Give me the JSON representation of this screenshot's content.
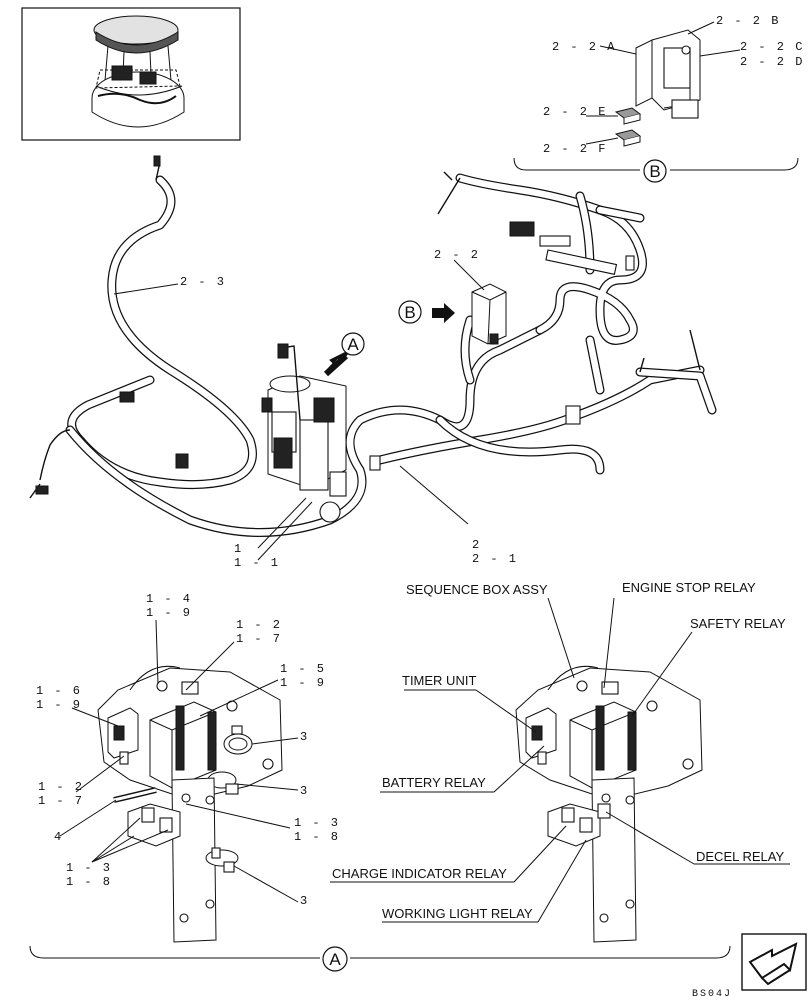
{
  "callouts": {
    "c_2_2B": "2 - 2 B",
    "c_2_2A": "2 - 2 A",
    "c_2_2C": "2 - 2 C",
    "c_2_2D": "2 - 2 D",
    "c_2_2E": "2 - 2 E",
    "c_2_2F": "2 - 2 F",
    "c_2_3": "2 - 3",
    "c_2_2": "2 - 2",
    "c_1": "1",
    "c_1_1": "1 - 1",
    "c_2": "2",
    "c_2_1": "2 - 1",
    "c_1_4": "1 - 4",
    "c_1_9a": "1 - 9",
    "c_1_2a": "1 - 2",
    "c_1_7a": "1 - 7",
    "c_1_5": "1 - 5",
    "c_1_9b": "1 - 9",
    "c_1_6": "1 - 6",
    "c_1_9c": "1 - 9",
    "c_3a": "3",
    "c_3b": "3",
    "c_3c": "3",
    "c_1_2b": "1 - 2",
    "c_1_7b": "1 - 7",
    "c_4": "4",
    "c_1_3a": "1 - 3",
    "c_1_8a": "1 - 8",
    "c_1_3b": "1 - 3",
    "c_1_8b": "1 - 8"
  },
  "view_letters": {
    "a_arrow": "A",
    "b_arrow": "B",
    "b_section": "B",
    "a_section": "A"
  },
  "labels": {
    "sequence_box": "SEQUENCE BOX ASSY",
    "engine_stop": "ENGINE STOP RELAY",
    "safety": "SAFETY RELAY",
    "timer": "TIMER UNIT",
    "battery": "BATTERY RELAY",
    "charge": "CHARGE INDICATOR RELAY",
    "decel": "DECEL RELAY",
    "working": "WORKING LIGHT RELAY"
  },
  "footer": {
    "code": "BS04J"
  },
  "icons": {
    "nav_arrow": "next-page-arrow-icon"
  },
  "colors": {
    "line": "#111111",
    "background": "#ffffff"
  }
}
